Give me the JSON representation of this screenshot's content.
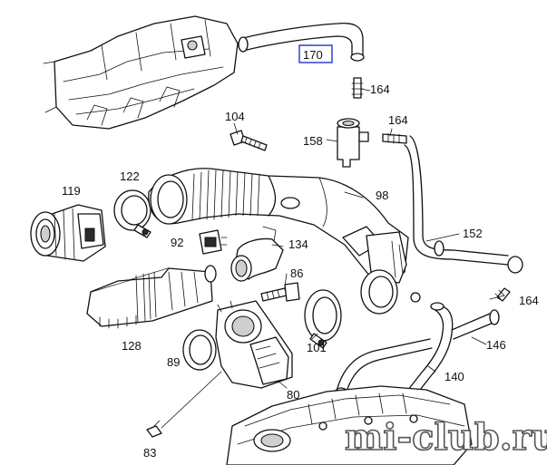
{
  "callouts": [
    {
      "id": "170",
      "text": "170",
      "highlighted": true
    },
    {
      "id": "164a",
      "text": "164"
    },
    {
      "id": "104",
      "text": "104"
    },
    {
      "id": "164b",
      "text": "164"
    },
    {
      "id": "158",
      "text": "158"
    },
    {
      "id": "122",
      "text": "122"
    },
    {
      "id": "119",
      "text": "119"
    },
    {
      "id": "98",
      "text": "98"
    },
    {
      "id": "152",
      "text": "152"
    },
    {
      "id": "92",
      "text": "92"
    },
    {
      "id": "134",
      "text": "134"
    },
    {
      "id": "86",
      "text": "86"
    },
    {
      "id": "164c",
      "text": "164"
    },
    {
      "id": "128",
      "text": "128"
    },
    {
      "id": "101",
      "text": "101"
    },
    {
      "id": "146",
      "text": "146"
    },
    {
      "id": "89",
      "text": "89"
    },
    {
      "id": "140",
      "text": "140"
    },
    {
      "id": "80",
      "text": "80"
    },
    {
      "id": "83",
      "text": "83"
    }
  ],
  "highlight_color": "#2233cc",
  "watermark": "mi-club.ru"
}
